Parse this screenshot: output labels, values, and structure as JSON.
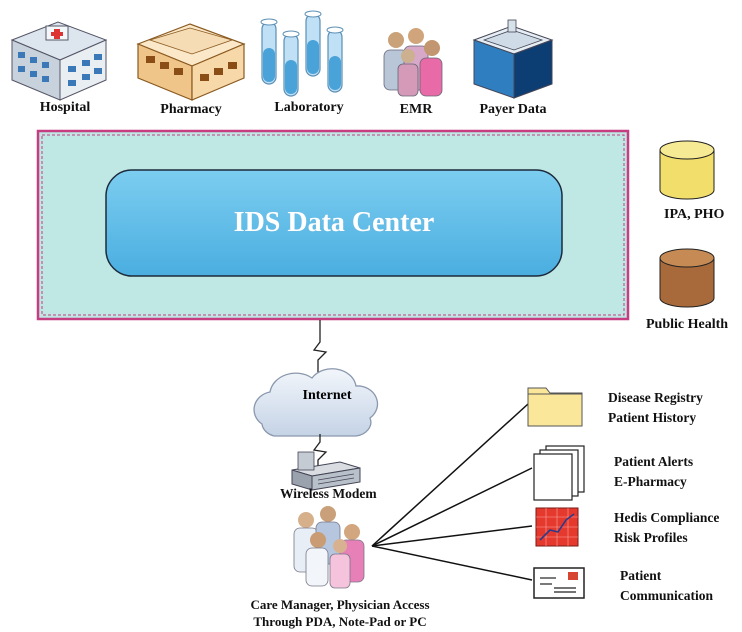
{
  "sources": [
    {
      "label": "Hospital",
      "icon": "hospital-icon"
    },
    {
      "label": "Pharmacy",
      "icon": "pharmacy-icon"
    },
    {
      "label": "Laboratory",
      "icon": "test-tubes-icon"
    },
    {
      "label": "EMR",
      "icon": "people-icon"
    },
    {
      "label": "Payer Data",
      "icon": "building-icon"
    }
  ],
  "data_center": {
    "title": "IDS Data Center"
  },
  "databases": [
    {
      "label": "IPA, PHO",
      "color": "#f2df6b"
    },
    {
      "label": "Public Health",
      "color": "#a86a3a"
    }
  ],
  "network": {
    "cloud_label": "Internet",
    "modem_label": "Wireless Modem",
    "users_label_line1": "Care Manager, Physician Access",
    "users_label_line2": "Through PDA, Note-Pad or PC"
  },
  "outputs": [
    {
      "line1": "Disease Registry",
      "line2": "Patient History",
      "icon": "folder-icon"
    },
    {
      "line1": "Patient Alerts",
      "line2": "E-Pharmacy",
      "icon": "documents-icon"
    },
    {
      "line1": "Hedis Compliance",
      "line2": "Risk Profiles",
      "icon": "chart-icon"
    },
    {
      "line1": "Patient",
      "line2": "Communication",
      "icon": "envelope-icon"
    }
  ],
  "colors": {
    "outer_box": "#bfe8e4",
    "outer_border": "#c63d82",
    "inner_box": "#5bbde8",
    "folder": "#fbe79a"
  }
}
